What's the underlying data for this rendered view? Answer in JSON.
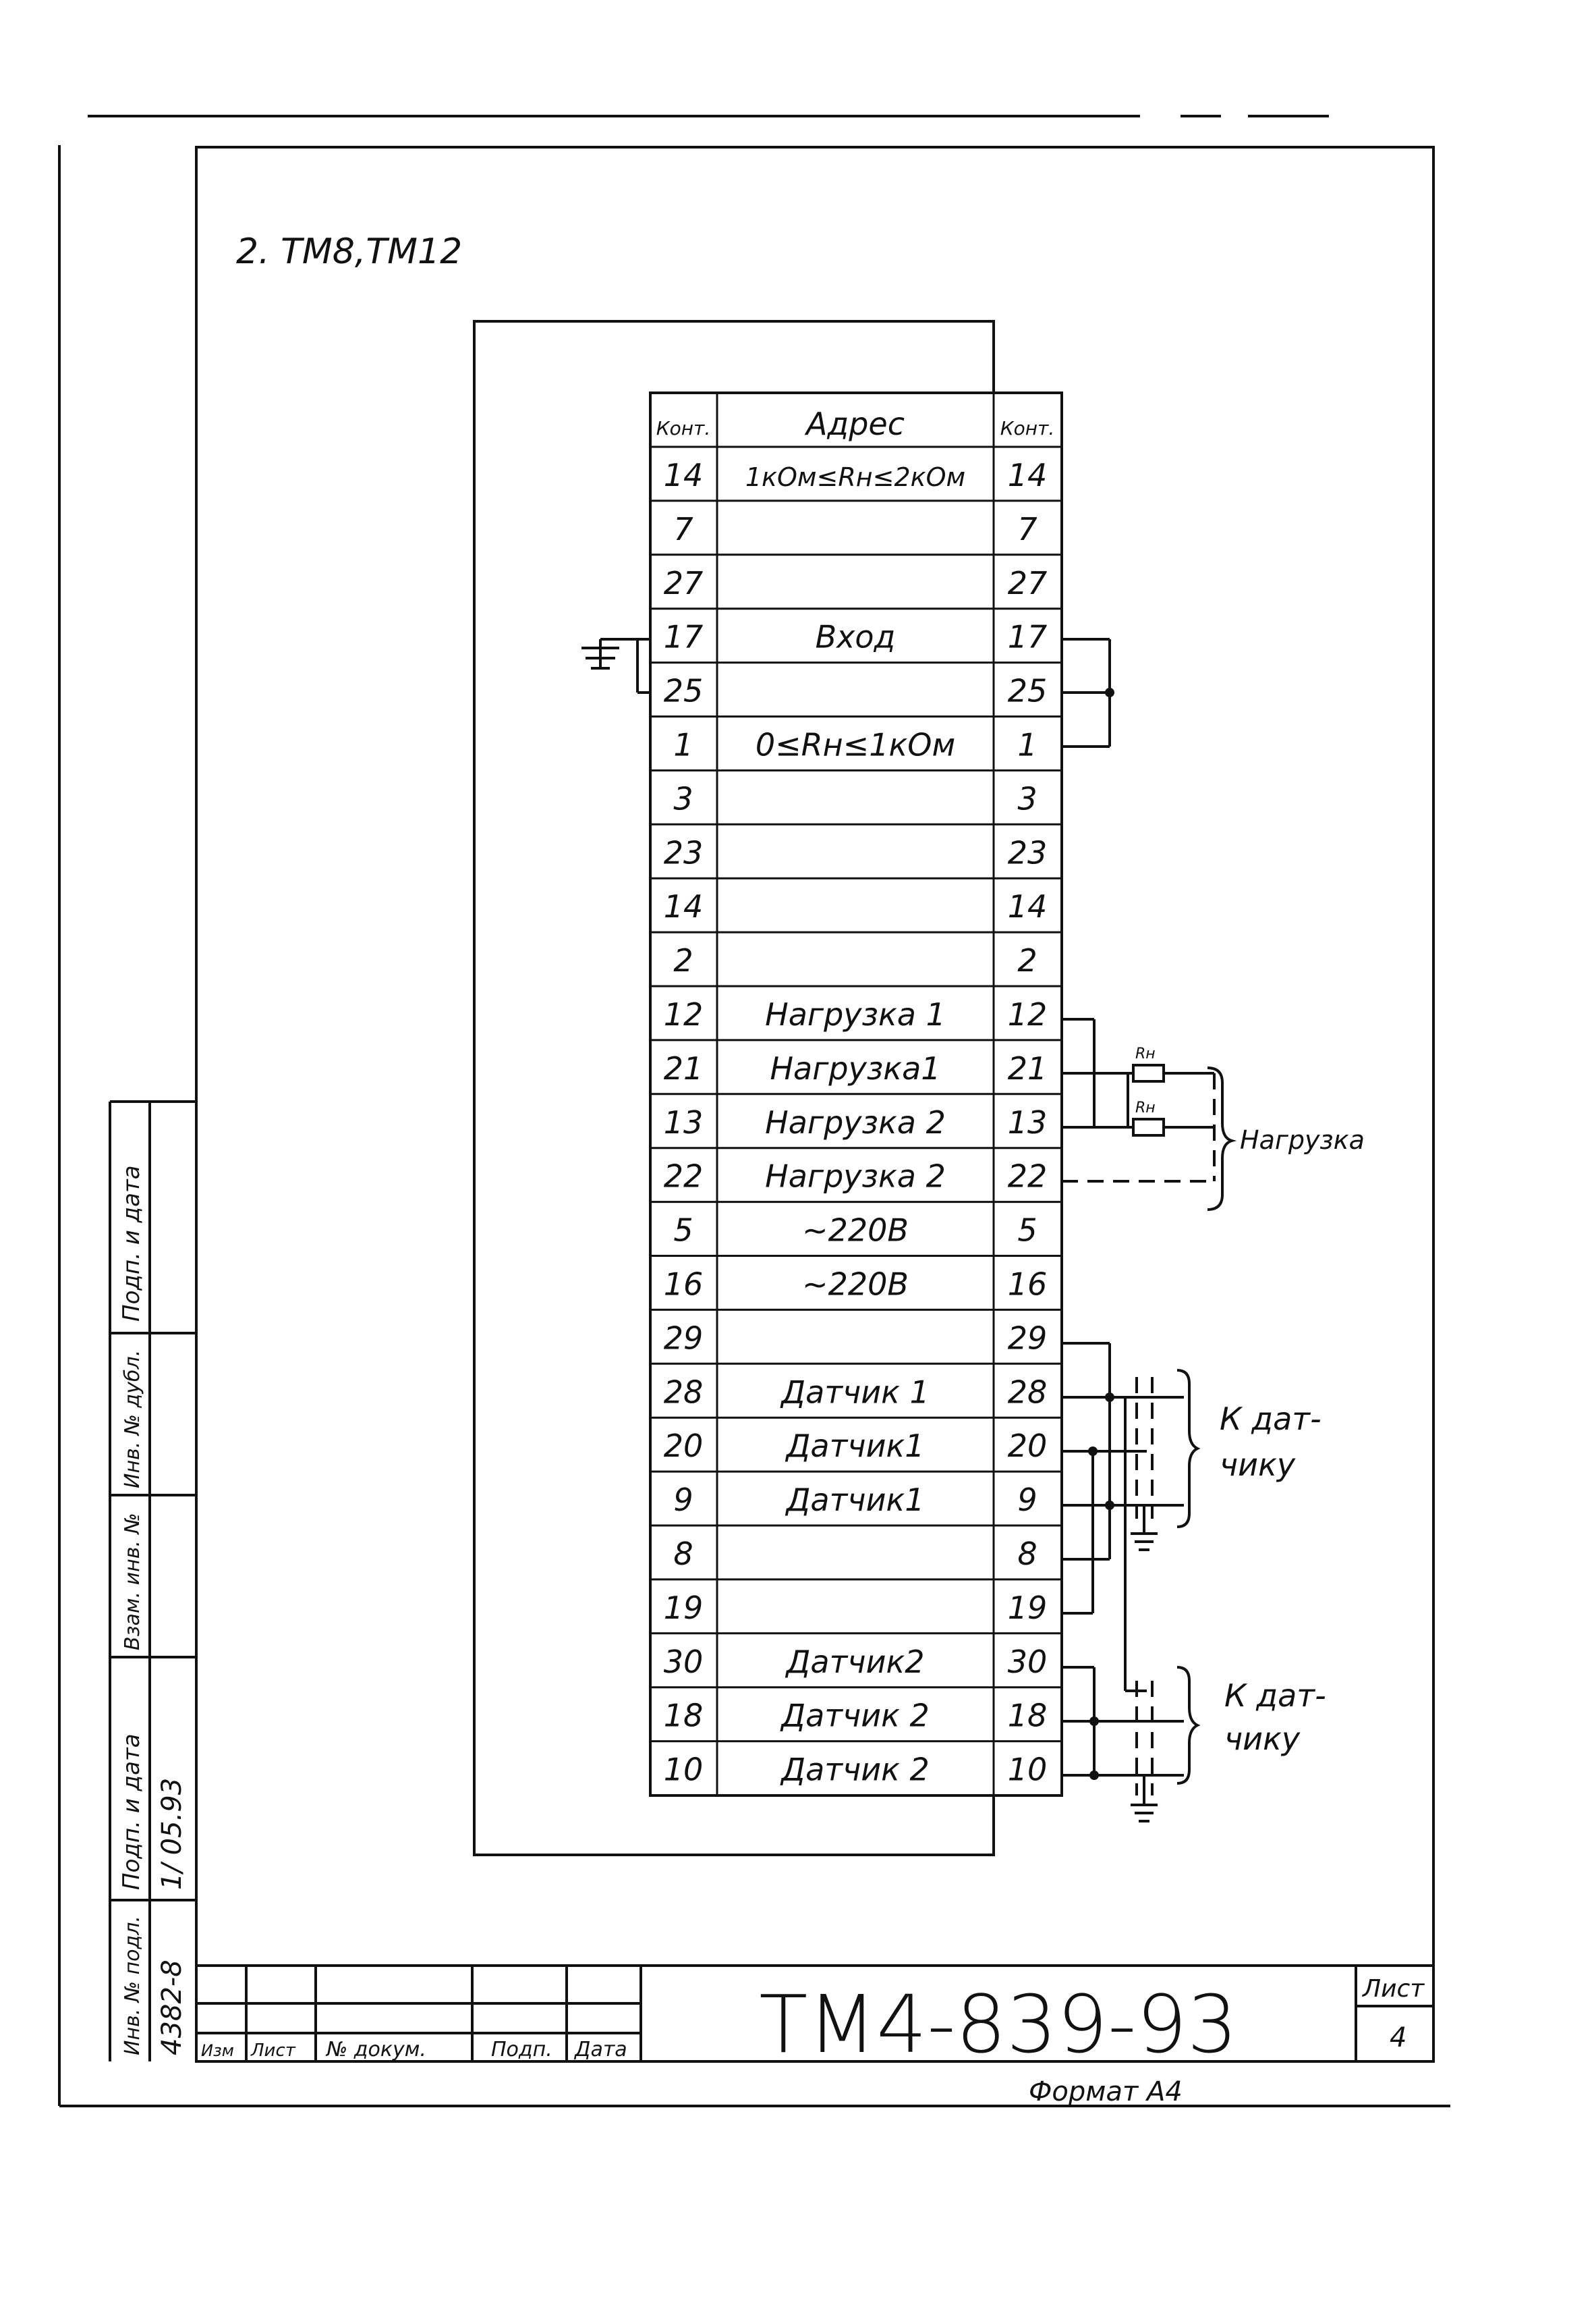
{
  "drawing": {
    "heading": "2. ТМ8,ТМ12",
    "table": {
      "col_left": "Конт.",
      "col_mid": "Адрес",
      "col_right": "Конт.",
      "rows": [
        {
          "left": "14",
          "addr": "1кОм≤Rн≤2кОм",
          "right": "14"
        },
        {
          "left": "7",
          "addr": "",
          "right": "7"
        },
        {
          "left": "27",
          "addr": "",
          "right": "27"
        },
        {
          "left": "17",
          "addr": "Вход",
          "right": "17"
        },
        {
          "left": "25",
          "addr": "",
          "right": "25"
        },
        {
          "left": "1",
          "addr": "0≤Rн≤1кОм",
          "right": "1"
        },
        {
          "left": "3",
          "addr": "",
          "right": "3"
        },
        {
          "left": "23",
          "addr": "",
          "right": "23"
        },
        {
          "left": "14",
          "addr": "",
          "right": "14"
        },
        {
          "left": "2",
          "addr": "",
          "right": "2"
        },
        {
          "left": "12",
          "addr": "Нагрузка 1",
          "right": "12"
        },
        {
          "left": "21",
          "addr": "Нагрузка1",
          "right": "21"
        },
        {
          "left": "13",
          "addr": "Нагрузка 2",
          "right": "13"
        },
        {
          "left": "22",
          "addr": "Нагрузка 2",
          "right": "22"
        },
        {
          "left": "5",
          "addr": "~220В",
          "right": "5"
        },
        {
          "left": "16",
          "addr": "~220В",
          "right": "16"
        },
        {
          "left": "29",
          "addr": "",
          "right": "29"
        },
        {
          "left": "28",
          "addr": "Датчик 1",
          "right": "28"
        },
        {
          "left": "20",
          "addr": "Датчик1",
          "right": "20"
        },
        {
          "left": "9",
          "addr": "Датчик1",
          "right": "9"
        },
        {
          "left": "8",
          "addr": "",
          "right": "8"
        },
        {
          "left": "19",
          "addr": "",
          "right": "19"
        },
        {
          "left": "30",
          "addr": "Датчик2",
          "right": "30"
        },
        {
          "left": "18",
          "addr": "Датчик 2",
          "right": "18"
        },
        {
          "left": "10",
          "addr": "Датчик 2",
          "right": "10"
        }
      ]
    },
    "labels": {
      "resistor": "Rн",
      "load": "Нагрузка",
      "sensor1_l1": "К дат-",
      "sensor1_l2": "чику",
      "sensor2_l1": "К дат-",
      "sensor2_l2": "чику"
    }
  },
  "side_stamp": {
    "f1": "Подп. и дата",
    "f2": "Инв. № дубл.",
    "f3": "Взам. инв. №",
    "f4": "Подп. и дата",
    "f5": "Инв. № подл.",
    "hand_date": "1/ 05.93",
    "hand_inv": "4382-8"
  },
  "title_block": {
    "h_izm": "Изм",
    "h_list": "Лист",
    "h_doc": "№ докум.",
    "h_podp": "Подп.",
    "h_data": "Дата",
    "designation": "ТМ4-839-93",
    "sheet_label": "Лист",
    "sheet_no": "4",
    "format": "Формат А4"
  }
}
